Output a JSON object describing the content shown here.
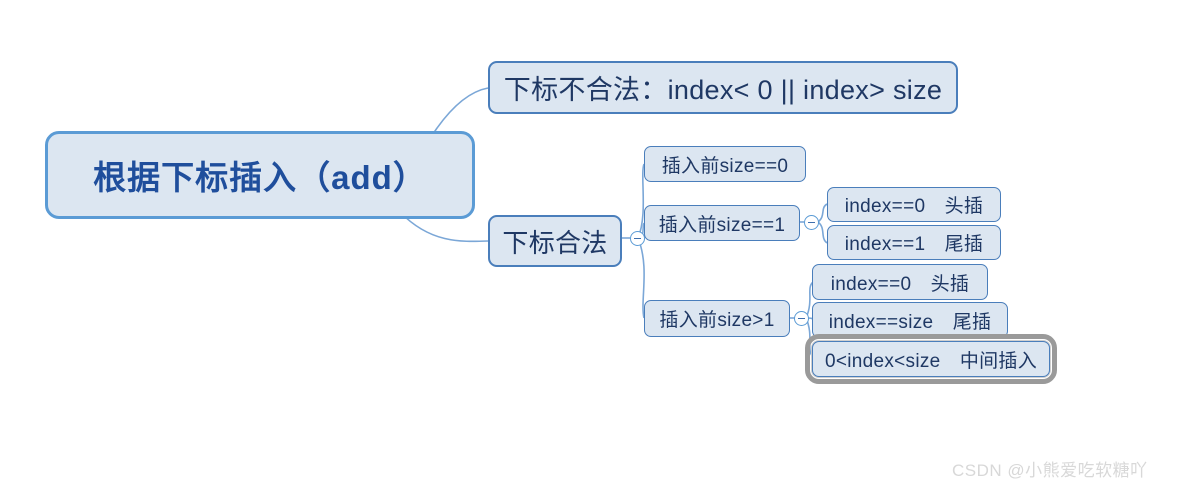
{
  "diagram": {
    "type": "mindmap",
    "background": "#ffffff",
    "accent_border": "#4a7ebb",
    "node_fill": "#dce6f1",
    "text_color": "#1f3864",
    "root_border": "#5b9bd5",
    "selection_color": "#9a9a9a",
    "root": {
      "label": "根据下标插入（add）"
    },
    "branches": {
      "illegal": {
        "label": "下标不合法：index< 0 || index> size"
      },
      "legal": {
        "label": "下标合法",
        "children": [
          {
            "label": "插入前size==0",
            "children": []
          },
          {
            "label": "插入前size==1",
            "children": [
              {
                "label": "index==0　头插"
              },
              {
                "label": "index==1　尾插"
              }
            ]
          },
          {
            "label": "插入前size>1",
            "children": [
              {
                "label": "index==0　头插"
              },
              {
                "label": "index==size　尾插"
              },
              {
                "label": "0<index<size　中间插入",
                "selected": true
              }
            ]
          }
        ]
      }
    },
    "collapse_toggles": [
      {
        "name": "legal",
        "state": "expanded",
        "glyph": "minus"
      },
      {
        "name": "size-eq-1",
        "state": "expanded",
        "glyph": "minus"
      },
      {
        "name": "size-gt-1",
        "state": "expanded",
        "glyph": "minus"
      }
    ]
  },
  "watermark": {
    "text": "CSDN @小熊爱吃软糖吖"
  }
}
